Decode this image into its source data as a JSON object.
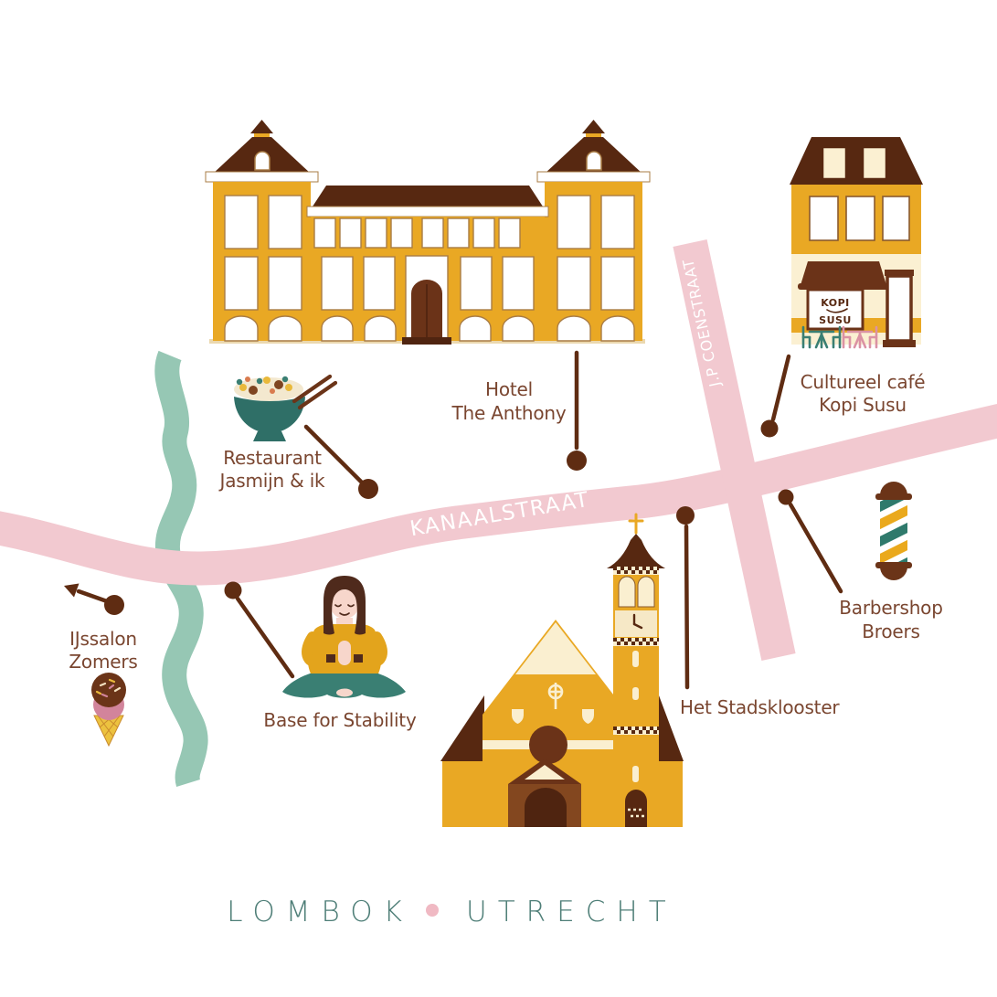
{
  "footer": {
    "left": "LOMBOK",
    "right": "UTRECHT"
  },
  "streets": {
    "kanaalstraat": "KANAALSTRAAT",
    "jp_coenstraat": "J.P COENSTRAAT"
  },
  "places": {
    "hotel": {
      "line1": "Hotel",
      "line2": "The Anthony"
    },
    "restaurant": {
      "line1": "Restaurant",
      "line2": "Jasmijn & ik"
    },
    "cafe": {
      "line1": "Cultureel café",
      "line2": "Kopi Susu"
    },
    "barbershop": {
      "line1": "Barbershop",
      "line2": "Broers"
    },
    "ijssalon": {
      "line1": "IJssalon",
      "line2": "Zomers"
    },
    "yoga_studio": {
      "line1": "Base for Stability"
    },
    "klooster": {
      "line1": "Het Stadsklooster"
    }
  },
  "storefront_sign": {
    "line1": "KOPI",
    "line2": "SUSU"
  },
  "colors": {
    "street_pink": "#F2C9D0",
    "canal_teal": "#96C7B4",
    "building_yellow": "#E9A824",
    "roof_brown": "#572811",
    "mid_brown": "#7F4521",
    "dark_brown": "#4F2410",
    "label_brown": "#7A4630",
    "marker_brown": "#5F2C12",
    "cream": "#FAEFD0",
    "bowl_teal": "#2F6F67",
    "accent_teal": "#3A7F73",
    "skin_pink": "#F7D6CB",
    "ice_pink": "#D2849B",
    "title_teal": "#4E7E77",
    "title_dot_pink": "#F0B9C3"
  }
}
